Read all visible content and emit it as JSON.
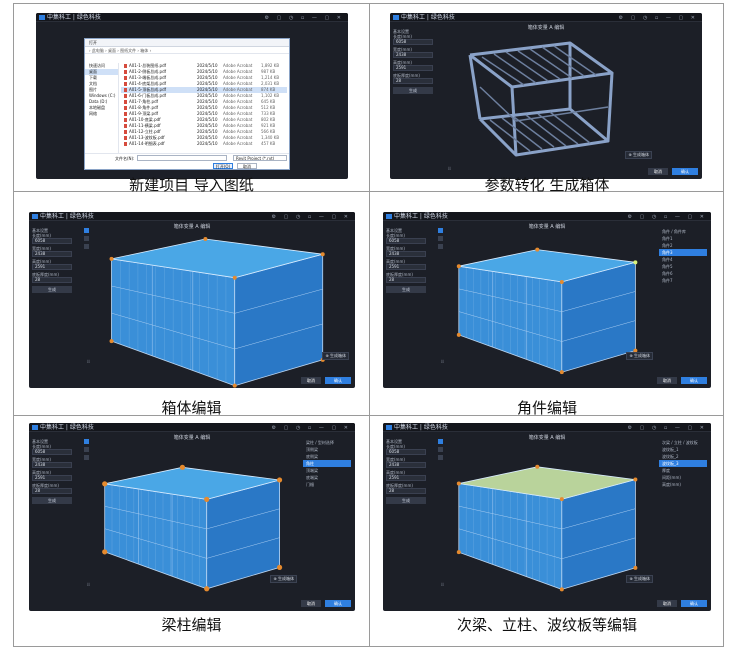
{
  "captions": [
    "新建项目 导入图纸",
    "参数转化 生成箱体",
    "箱体编辑",
    "角件编辑",
    "梁柱编辑",
    "次梁、立柱、波纹板等编辑"
  ],
  "app": {
    "brand": "中集科工 | 绿色科技",
    "window_title": "箱体变量 A 编辑",
    "window_controls": "⚙ ▢ ◷ ▫ — ▢ ✕",
    "confirm": "确认",
    "cancel": "取消",
    "view_toggle": "⊕ 生成箱体",
    "corner_label": "⠿"
  },
  "left_panel": {
    "fields": [
      {
        "label": "基本设置",
        "value": ""
      },
      {
        "label": "长度(mm)",
        "value": "6058"
      },
      {
        "label": "宽度(mm)",
        "value": "2438"
      },
      {
        "label": "高度(mm)",
        "value": "2591"
      },
      {
        "label": "底板厚度(mm)",
        "value": "28"
      }
    ],
    "button": "生成"
  },
  "file_dialog": {
    "title": "打开",
    "path": "› 此电脑 › 桌面 › 图纸文件 › 箱体 ›",
    "side": [
      "快速访问",
      "桌面",
      "下载",
      "文档",
      "图片",
      "Windows (C:)",
      "Data (D:)",
      "本地磁盘",
      "网络"
    ],
    "rows": [
      {
        "name": "A01-1-总装图纸.pdf",
        "date": "2024/5/10",
        "type": "Adobe Acrobat",
        "size": "1,892 KB"
      },
      {
        "name": "A01-2-侧板总成.pdf",
        "date": "2024/5/10",
        "type": "Adobe Acrobat",
        "size": "987 KB"
      },
      {
        "name": "A01-3-端板总成.pdf",
        "date": "2024/5/10",
        "type": "Adobe Acrobat",
        "size": "1,214 KB"
      },
      {
        "name": "A01-4-底架总成.pdf",
        "date": "2024/5/10",
        "type": "Adobe Acrobat",
        "size": "2,031 KB"
      },
      {
        "name": "A01-5-顶板总成.pdf",
        "date": "2024/5/10",
        "type": "Adobe Acrobat",
        "size": "874 KB"
      },
      {
        "name": "A01-6-门板总成.pdf",
        "date": "2024/5/10",
        "type": "Adobe Acrobat",
        "size": "1,102 KB"
      },
      {
        "name": "A01-7-角柱.pdf",
        "date": "2024/5/10",
        "type": "Adobe Acrobat",
        "size": "645 KB"
      },
      {
        "name": "A01-8-角件.pdf",
        "date": "2024/5/10",
        "type": "Adobe Acrobat",
        "size": "512 KB"
      },
      {
        "name": "A01-9-顶梁.pdf",
        "date": "2024/5/10",
        "type": "Adobe Acrobat",
        "size": "733 KB"
      },
      {
        "name": "A01-10-底梁.pdf",
        "date": "2024/5/10",
        "type": "Adobe Acrobat",
        "size": "802 KB"
      },
      {
        "name": "A01-11-横梁.pdf",
        "date": "2024/5/10",
        "type": "Adobe Acrobat",
        "size": "921 KB"
      },
      {
        "name": "A01-12-立柱.pdf",
        "date": "2024/5/10",
        "type": "Adobe Acrobat",
        "size": "566 KB"
      },
      {
        "name": "A01-13-波纹板.pdf",
        "date": "2024/5/10",
        "type": "Adobe Acrobat",
        "size": "1,340 KB"
      },
      {
        "name": "A01-14-明细表.pdf",
        "date": "2024/5/10",
        "type": "Adobe Acrobat",
        "size": "457 KB"
      }
    ],
    "filename_label": "文件名(N):",
    "filetype": "Revit Project (*.rvt)",
    "open": "打开(O)",
    "cancel": "取消"
  },
  "corner_panel": {
    "title": "角件 / 角件库",
    "items": [
      "角件1",
      "角件2",
      "角件3",
      "角件4",
      "角件5",
      "角件6",
      "角件7"
    ]
  },
  "beam_panel": {
    "title": "梁柱 / 型材选择",
    "items": [
      "顶侧梁",
      "底侧梁",
      "角柱",
      "顶端梁",
      "底端梁",
      "门楣"
    ]
  },
  "misc_panel": {
    "title": "次梁 / 立柱 / 波纹板",
    "items": [
      "波纹板_1",
      "波纹板_2",
      "波纹板_3",
      "厚度",
      "间距(mm)",
      "高度(mm)"
    ]
  }
}
